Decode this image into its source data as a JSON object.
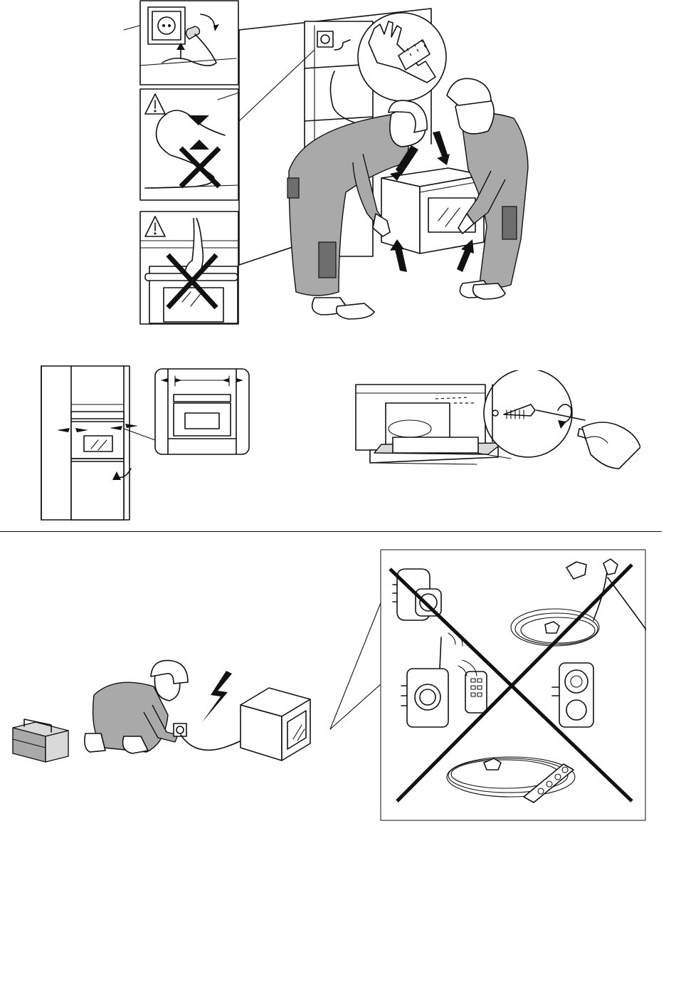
{
  "page": {
    "background": "#ffffff",
    "line_color": "#111111",
    "workwear_color": "#a9a9a9"
  },
  "sections": [
    {
      "name": "installation-lifting",
      "icons": [
        "socket-plug-icon",
        "gloves-icon",
        "cable-pinch-warning-icon",
        "handle-lift-warning-icon"
      ]
    },
    {
      "name": "alignment-and-fixing",
      "icons": [
        "gap-alignment-icon",
        "screw-fixing-icon"
      ]
    },
    {
      "name": "electrical-connection",
      "icons": [
        "toolbox-icon",
        "electric-shock-icon",
        "no-adapters-icon"
      ]
    }
  ]
}
